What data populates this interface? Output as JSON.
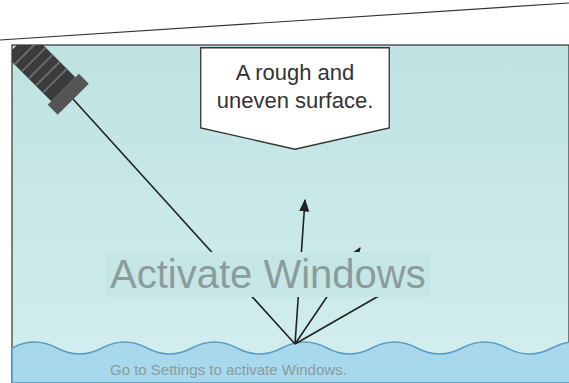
{
  "diagram": {
    "nodes": [
      {
        "text": [
          "A rough and uneven surface."
        ]
      }
    ],
    "labels": [
      "Activate Windows",
      "Go to Settings to activate Windows."
    ]
  }
}
